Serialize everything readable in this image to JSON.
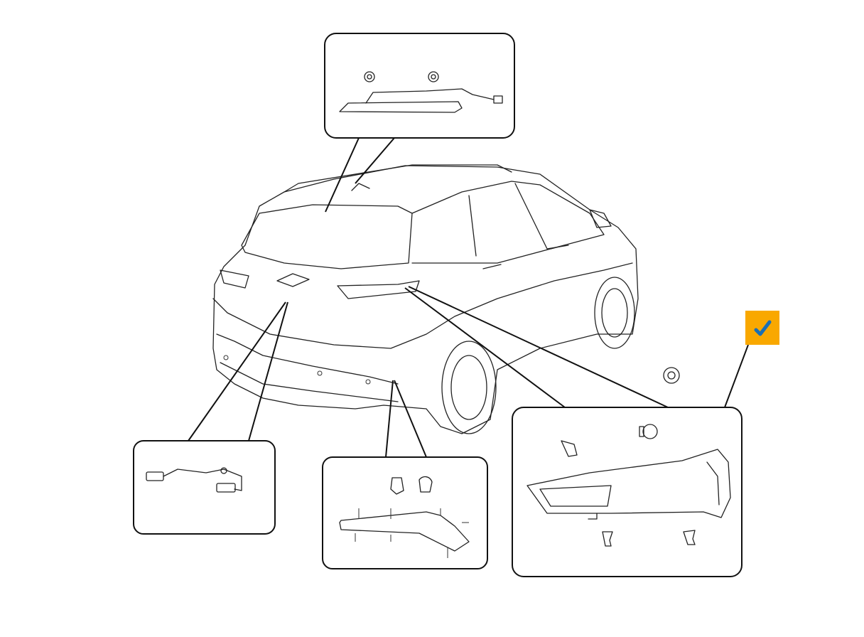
{
  "diagram": {
    "subject": "rear-lighting-components",
    "callouts": [
      {
        "id": "high-mount-stop-lamp"
      },
      {
        "id": "license-plate-lamp-harness"
      },
      {
        "id": "rear-fog-reflector-lamp"
      },
      {
        "id": "tail-lamp-assembly"
      }
    ]
  },
  "badge": {
    "icon": "checkmark-icon",
    "background": "#F9A800",
    "check_color": "#1A6FB5"
  },
  "colors": {
    "line": "#222222",
    "background": "#FFFFFF"
  }
}
